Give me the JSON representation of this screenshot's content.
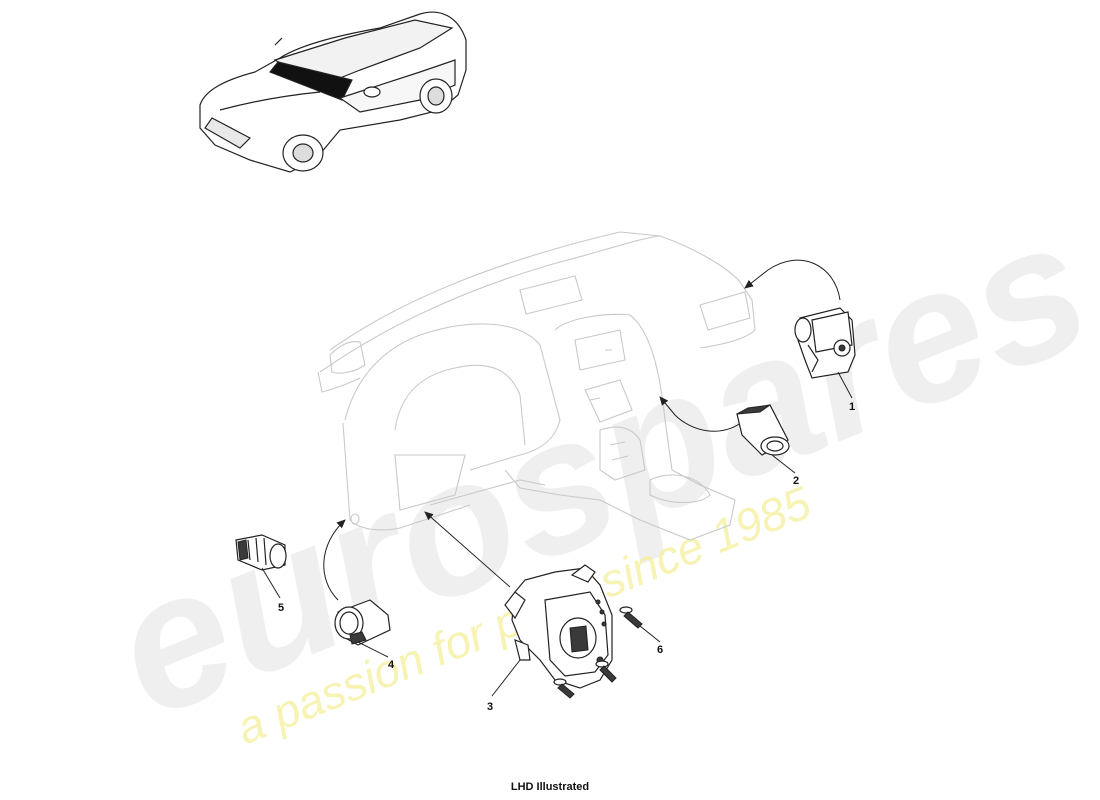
{
  "caption": "LHD Illustrated",
  "watermark": {
    "brand": "eurospares",
    "tagline": "a passion for parts since 1985"
  },
  "callouts": [
    "1",
    "2",
    "3",
    "4",
    "5",
    "6"
  ]
}
